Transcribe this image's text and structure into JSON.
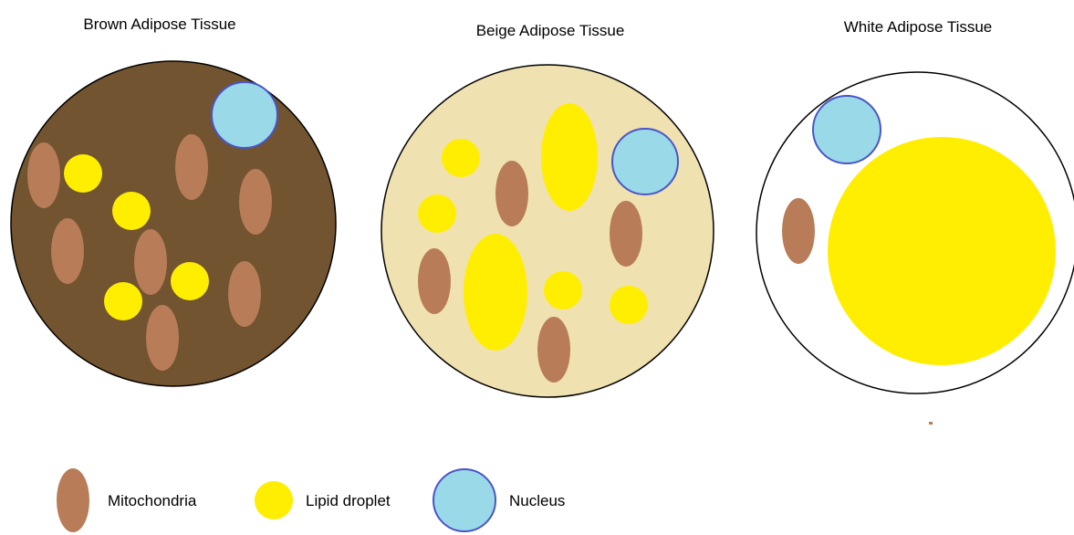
{
  "cells": [
    {
      "title": "Brown Adipose Tissue",
      "fill_color": "#725430",
      "border_color": "#000000"
    },
    {
      "title": "Beige Adipose Tissue",
      "fill_color": "#F0E1B0",
      "border_color": "#000000"
    },
    {
      "title": "White Adipose Tissue",
      "fill_color": "#FFFFFF",
      "border_color": "#000000"
    }
  ],
  "legend": {
    "mitochondria": "Mitochondria",
    "lipid_droplet": "Lipid droplet",
    "nucleus": "Nucleus"
  },
  "colors": {
    "mitochondria": "#B87C58",
    "lipid_droplet": "#FFEE00",
    "nucleus": "#9AD9E8",
    "nucleus_border": "#4A55C8"
  }
}
